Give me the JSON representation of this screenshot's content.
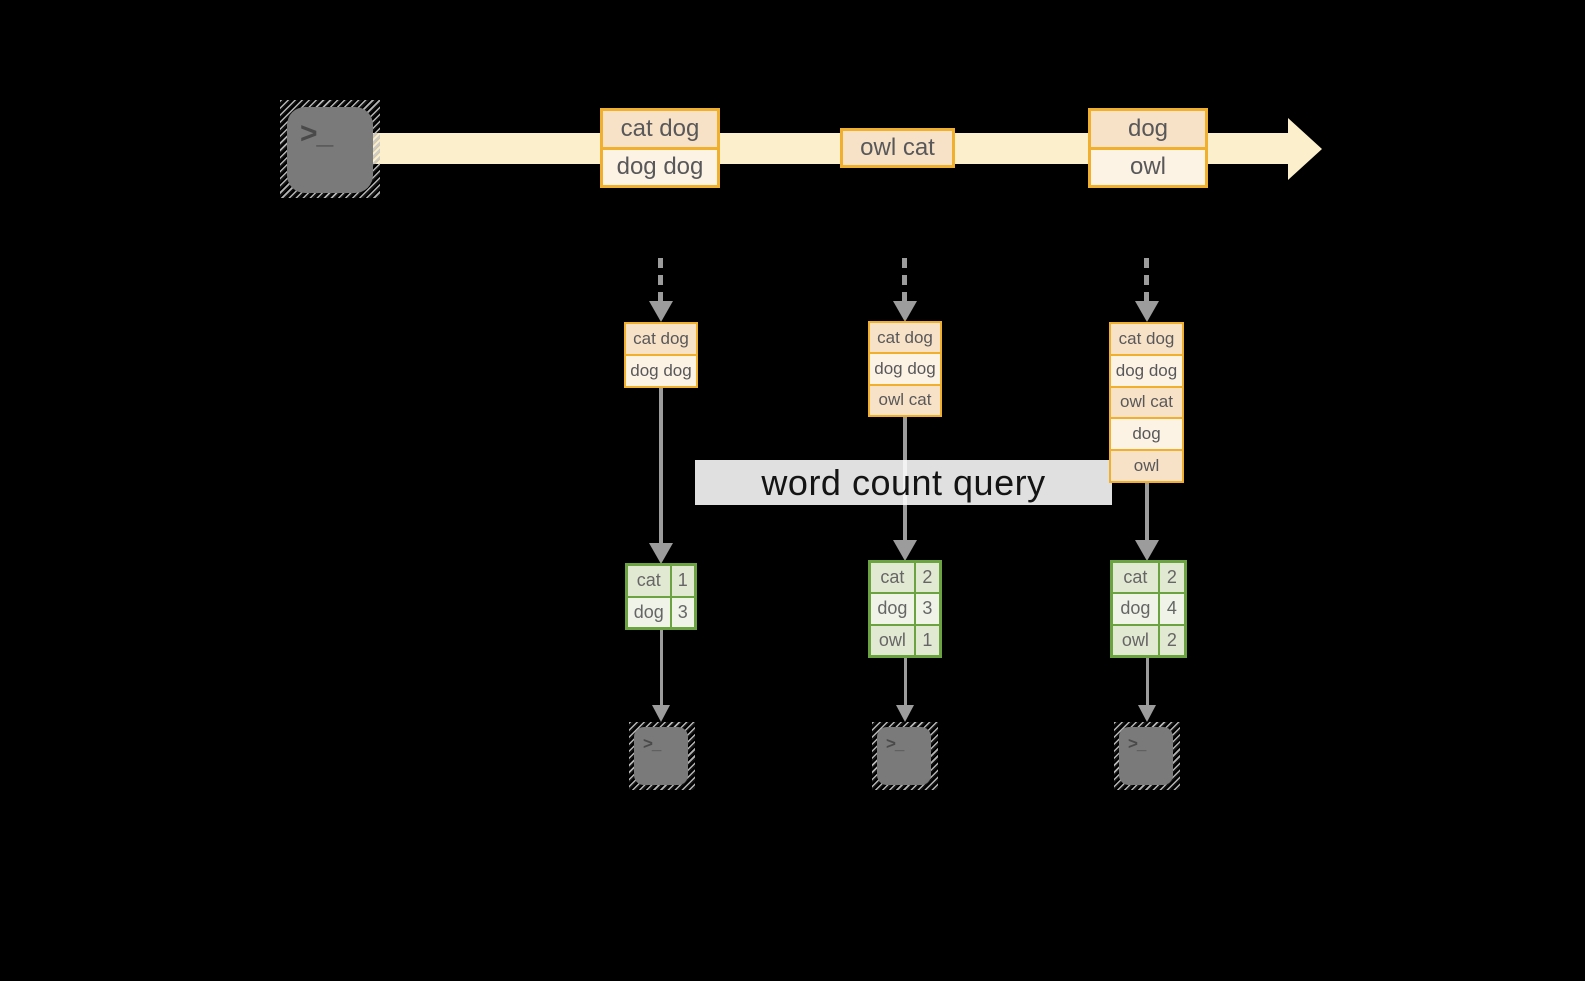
{
  "query": {
    "label": "word count query"
  },
  "terminal": {
    "prompt": ">_"
  },
  "stream": {
    "events": [
      {
        "rows": [
          "cat dog",
          "dog dog"
        ]
      },
      {
        "rows": [
          "owl cat"
        ]
      },
      {
        "rows": [
          "dog",
          "owl"
        ]
      }
    ]
  },
  "pipelines": [
    {
      "buffer": [
        "cat dog",
        "dog dog"
      ],
      "counts": [
        {
          "word": "cat",
          "count": "1"
        },
        {
          "word": "dog",
          "count": "3"
        }
      ]
    },
    {
      "buffer": [
        "cat dog",
        "dog dog",
        "owl cat"
      ],
      "counts": [
        {
          "word": "cat",
          "count": "2"
        },
        {
          "word": "dog",
          "count": "3"
        },
        {
          "word": "owl",
          "count": "1"
        }
      ]
    },
    {
      "buffer": [
        "cat dog",
        "dog dog",
        "owl cat",
        "dog",
        "owl"
      ],
      "counts": [
        {
          "word": "cat",
          "count": "2"
        },
        {
          "word": "dog",
          "count": "4"
        },
        {
          "word": "owl",
          "count": "2"
        }
      ]
    }
  ],
  "colors": {
    "background": "#000000",
    "stream_band": "#fcefcc",
    "event_border": "#f0b02d",
    "event_fill_dark": "#f8e2c7",
    "event_fill_light": "#fdf3e5",
    "table_border": "#6ba341",
    "table_fill_dark": "#e2e9d2",
    "table_fill_light": "#eff3e8",
    "arrow": "#9c9c9c",
    "terminal_fill": "#7a7a7a",
    "terminal_glyph": "#4a4a4a",
    "box_text": "#58585a",
    "query_text": "#141414"
  }
}
